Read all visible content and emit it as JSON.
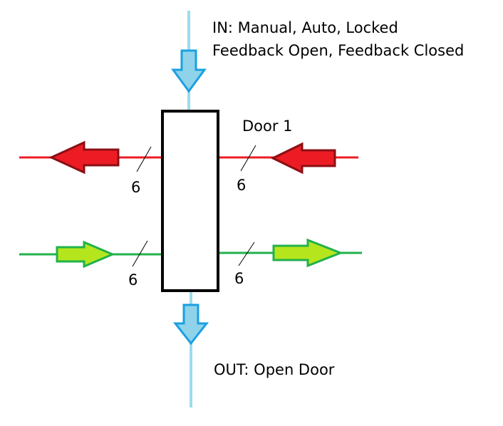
{
  "block": {
    "name": "Door 1"
  },
  "inputs": {
    "line1": "IN: Manual, Auto, Locked",
    "line2": "Feedback Open, Feedback Closed"
  },
  "output": {
    "label": "OUT: Open Door"
  },
  "bus_widths": {
    "top_left": "6",
    "top_right": "6",
    "bottom_left": "6",
    "bottom_right": "6"
  },
  "colors": {
    "signal_line": "#9ddcee",
    "signal_arrow_fill": "#8fd3ea",
    "signal_arrow_stroke": "#1aa0e0",
    "red_line": "#ee1c24",
    "red_arrow_fill": "#ed1c24",
    "red_arrow_stroke": "#8b0f14",
    "green_line": "#22b14c",
    "green_arrow_fill": "#b5e61d",
    "green_arrow_stroke": "#22b14c",
    "block_stroke": "#000000"
  }
}
